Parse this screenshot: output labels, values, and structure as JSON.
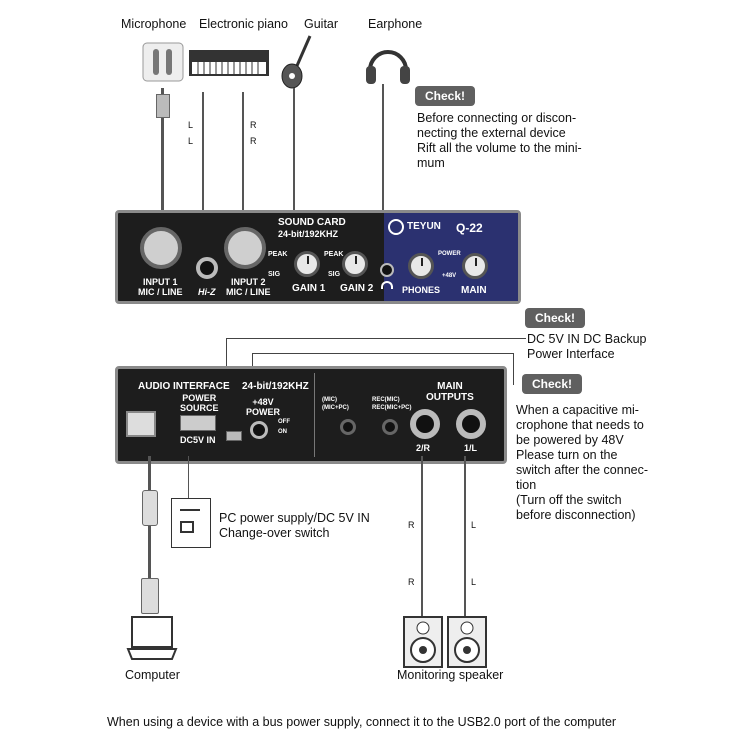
{
  "devices": {
    "microphone": "Microphone",
    "piano": "Electronic piano",
    "guitar": "Guitar",
    "earphone": "Earphone",
    "computer": "Computer",
    "speaker": "Monitoring speaker"
  },
  "checks": {
    "label": "Check!",
    "note1": [
      "Before connecting or discon-",
      "necting the external device",
      "Rift all the volume to the mini-",
      "mum"
    ],
    "note2": [
      "DC 5V IN DC Backup",
      "Power Interface"
    ],
    "note3": [
      "When a capacitive mi-",
      "crophone that needs to",
      "be powered by 48V",
      "Please turn on the",
      "switch after the connec-",
      "tion",
      "(Turn off the switch",
      "before disconnection)"
    ]
  },
  "front_panel": {
    "sound_card": "SOUND CARD",
    "spec": "24-bit/192KHZ",
    "brand": "TEYUN",
    "model": "Q-22",
    "input1": [
      "INPUT 1",
      "MIC / LINE"
    ],
    "input2": [
      "INPUT 2",
      "MIC / LINE"
    ],
    "hiz": "Hi-Z",
    "gain1": "GAIN 1",
    "gain2": "GAIN 2",
    "phones": "PHONES",
    "main": "MAIN",
    "peak": "PEAK",
    "sig": "SIG",
    "power": "POWER",
    "v48": "+48V"
  },
  "back_panel": {
    "audio_interface": "AUDIO INTERFACE",
    "spec": "24-bit/192KHZ",
    "power_source": [
      "POWER",
      "SOURCE"
    ],
    "dc5v": "DC5V IN",
    "v48_power": [
      "+48V",
      "POWER"
    ],
    "off": "OFF",
    "on": "ON",
    "mic": "(MIC)",
    "mic_pc": "(MIC+PC)",
    "rec_mic": "REC(MIC)",
    "rec_mic_pc": "REC(MIC+PC)",
    "main_outputs": [
      "MAIN",
      "OUTPUTS"
    ],
    "out2r": "2/R",
    "out1l": "1/L"
  },
  "cable_marks": {
    "l": "L",
    "r": "R"
  },
  "pc_switch": [
    "PC power supply/DC 5V IN",
    "Change-over switch"
  ],
  "footer": "When using a device with a bus power supply, connect it to the USB2.0 port of the computer"
}
